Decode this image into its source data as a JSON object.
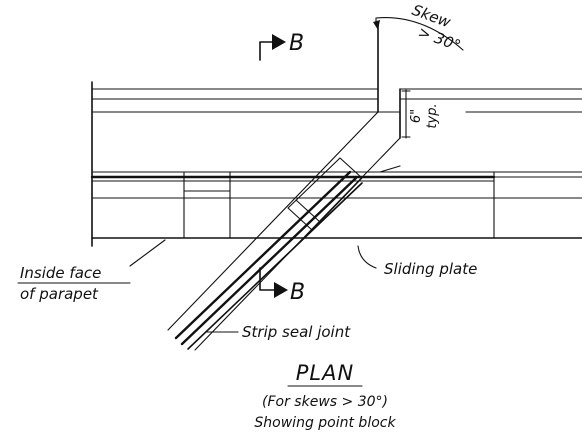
{
  "section_markers": {
    "top": "B",
    "bottom": "B"
  },
  "skew": {
    "label_line1": "Skew",
    "label_line2": "> 30°"
  },
  "dimension": {
    "value": "6\"",
    "note": "typ."
  },
  "callouts": {
    "inside_face_line1": "Inside face",
    "inside_face_line2": "of parapet",
    "sliding_plate": "Sliding plate",
    "strip_seal": "Strip seal joint"
  },
  "caption": {
    "title": "PLAN",
    "subtitle": "(For skews > 30°)",
    "note": "Showing point block"
  }
}
